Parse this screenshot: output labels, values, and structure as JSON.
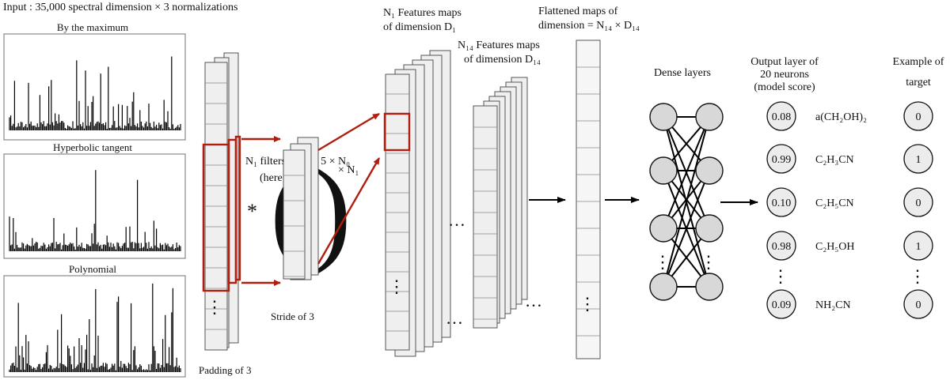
{
  "title": "Input : 35,000 spectral dimension × 3 normalizations",
  "normalizations": [
    {
      "label": "By the maximum"
    },
    {
      "label": "Hyperbolic tangent"
    },
    {
      "label": "Polynomial"
    }
  ],
  "padding_label": "Padding of 3",
  "filters": {
    "line1": "N₁ filters of size 5 × N₀",
    "line2": "(here N₀ = 3)",
    "multiplier": "× N₁",
    "conv_symbol": "*",
    "stride_label": "Stride of 3"
  },
  "features1": {
    "line1": "N₁ Features maps",
    "line2": "of dimension D₁"
  },
  "features14": {
    "line1": "N₁₄ Features maps",
    "line2": "of dimension D₁₄"
  },
  "flattened": {
    "line1": "Flattened maps of",
    "line2": "dimension  = N₁₄ × D₁₄"
  },
  "dense_label": "Dense layers",
  "output": {
    "header": [
      "Output layer of",
      "20 neurons",
      "(model score)"
    ],
    "rows": [
      {
        "score": "0.08",
        "molecule": "a(CH₂OH)₂"
      },
      {
        "score": "0.99",
        "molecule": "C₂H₃CN"
      },
      {
        "score": "0.10",
        "molecule": "C₂H₅CN"
      },
      {
        "score": "0.98",
        "molecule": "C₂H₅OH"
      },
      {
        "score": "0.09",
        "molecule": "NH₂CN"
      }
    ]
  },
  "target": {
    "header": [
      "Example of",
      "target"
    ],
    "values": [
      "0",
      "1",
      "0",
      "1",
      "0"
    ]
  },
  "ellipsis": "⋮",
  "hellipsis": "…"
}
